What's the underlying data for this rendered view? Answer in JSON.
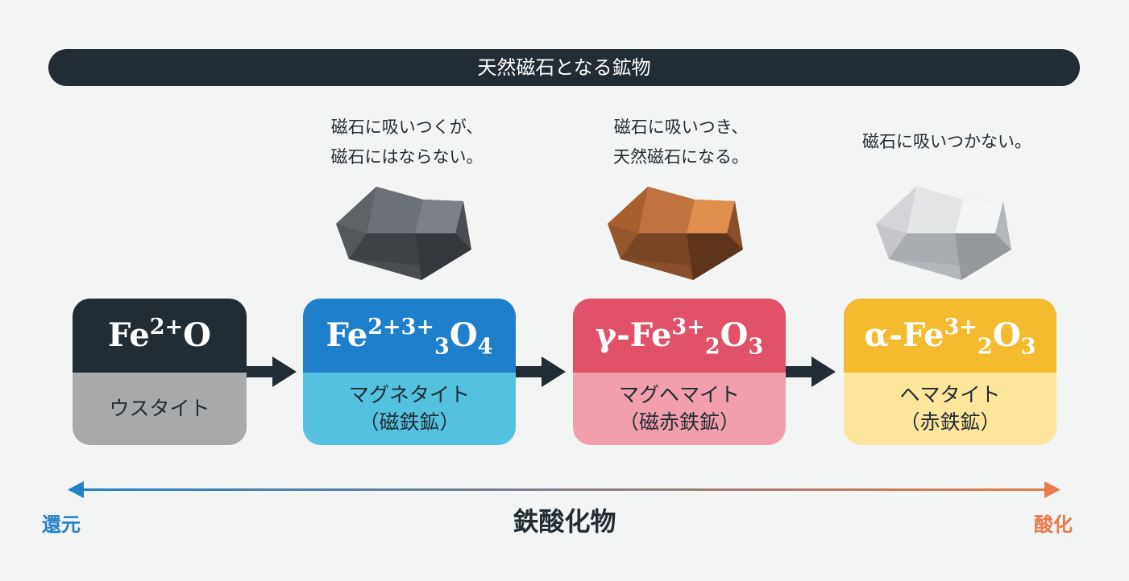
{
  "banner": "天然磁石となる鉱物",
  "captions": [
    {
      "line1": "磁石に吸いつくが、",
      "line2": "磁石にはならない。"
    },
    {
      "line1": "磁石に吸いつき、",
      "line2": "天然磁石になる。"
    },
    {
      "line1": "磁石に吸いつかない。",
      "line2": ""
    }
  ],
  "cards": [
    {
      "formula": {
        "pre": "Fe",
        "sup1": "2+",
        "mid": "O",
        "sub1": "",
        "mid2": "",
        "sup2": "",
        "mid3": "",
        "sub2": ""
      },
      "name": "ウスタイト",
      "mineral": "",
      "top_color": "#222c34",
      "bottom_color": "#a7a9ab"
    },
    {
      "formula": {
        "pre": "Fe",
        "sup1": "2+3+",
        "mid": "",
        "sub1": "3",
        "mid2": "O",
        "sup2": "",
        "mid3": "",
        "sub2": "4"
      },
      "name": "マグネタイト",
      "mineral": "（磁鉄鉱）",
      "top_color": "#1f7fcb",
      "bottom_color": "#55c1e1"
    },
    {
      "formula": {
        "pre": "γ-Fe",
        "sup1": "3+",
        "mid": "",
        "sub1": "2",
        "mid2": "O",
        "sup2": "",
        "mid3": "",
        "sub2": "3"
      },
      "name": "マグヘマイト",
      "mineral": "（磁赤鉄鉱）",
      "top_color": "#e1516a",
      "bottom_color": "#f29ead"
    },
    {
      "formula": {
        "pre": "α-Fe",
        "sup1": "3+",
        "mid": "",
        "sub1": "2",
        "mid2": "O",
        "sup2": "",
        "mid3": "",
        "sub2": "3"
      },
      "name": "ヘマタイト",
      "mineral": "（赤鉄鉱）",
      "top_color": "#f5bb2e",
      "bottom_color": "#fde69b"
    }
  ],
  "axis": {
    "left": "還元",
    "right": "酸化",
    "center": "鉄酸化物",
    "left_color": "#2481c7",
    "right_color": "#e87b4a"
  },
  "rock_colors": {
    "magnetite": "#5a5e63",
    "maghemite": "#b0673a",
    "hematite": "#c8cacd"
  }
}
